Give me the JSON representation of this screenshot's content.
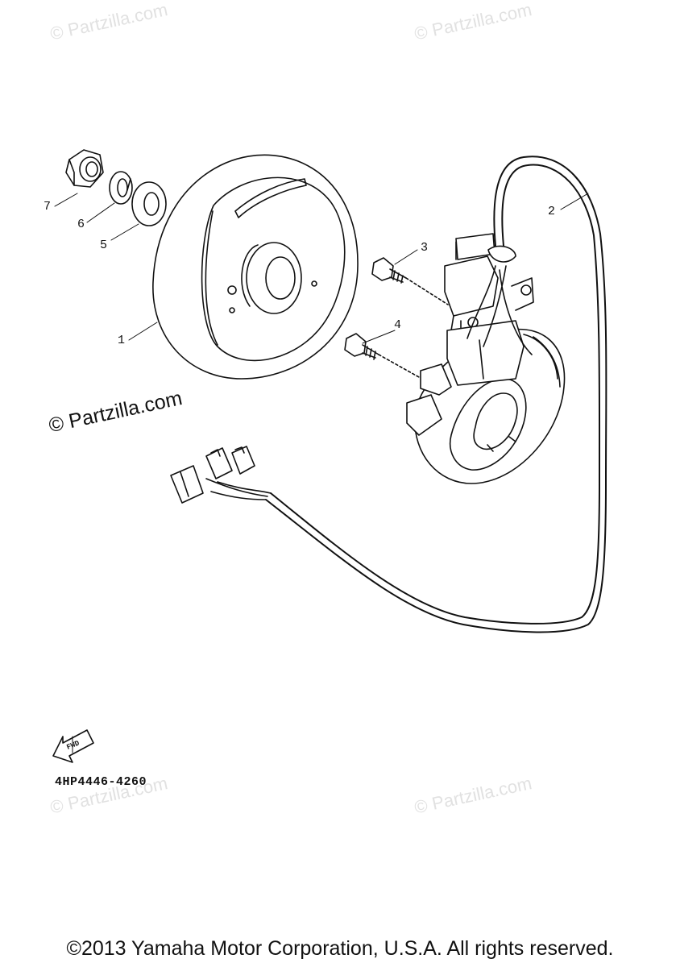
{
  "watermarks": {
    "main": "© Partzilla.com",
    "faint": "© Partzilla.com"
  },
  "callouts": {
    "p1": "1",
    "p2": "2",
    "p3": "3",
    "p4": "4",
    "p5": "5",
    "p6": "6",
    "p7": "7"
  },
  "fwd_label": "FWD",
  "part_code": "4HP4446-4260",
  "copyright": "©2013 Yamaha Motor Corporation, U.S.A. All rights reserved.",
  "colors": {
    "line": "#111111",
    "watermark": "#c9c9c9",
    "background": "#ffffff"
  }
}
